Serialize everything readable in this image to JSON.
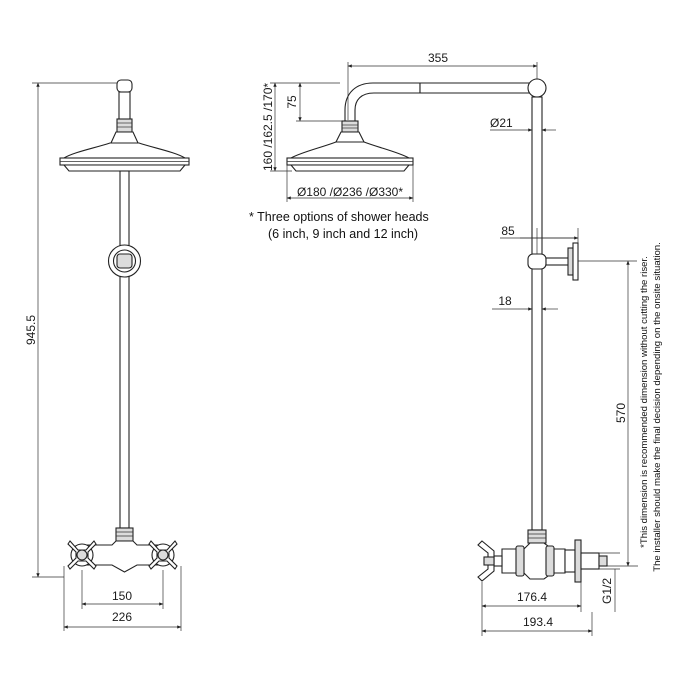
{
  "dimensions": {
    "total_height": "945.5",
    "arm_reach": "355",
    "head_height_options": "160 /162.5 /170*",
    "head_drop": "75",
    "riser_diameter": "Ø21",
    "head_diameter_options": "Ø180 /Ø236 /Ø330*",
    "bracket_projection": "85",
    "riser_offset": "18",
    "riser_height": "570",
    "valve_centers": "150",
    "valve_width": "226",
    "valve_depth": "176.4",
    "overall_depth": "193.4",
    "inlet_thread": "G1/2"
  },
  "notes": {
    "shower_heads_line1": "* Three options of shower heads",
    "shower_heads_line2": "(6 inch, 9 inch and 12 inch)",
    "riser_note_line1": "*This dimension is recommended dimension without cutting the riser.",
    "riser_note_line2": "The installer should make the final decision depending on the onsite situation."
  }
}
